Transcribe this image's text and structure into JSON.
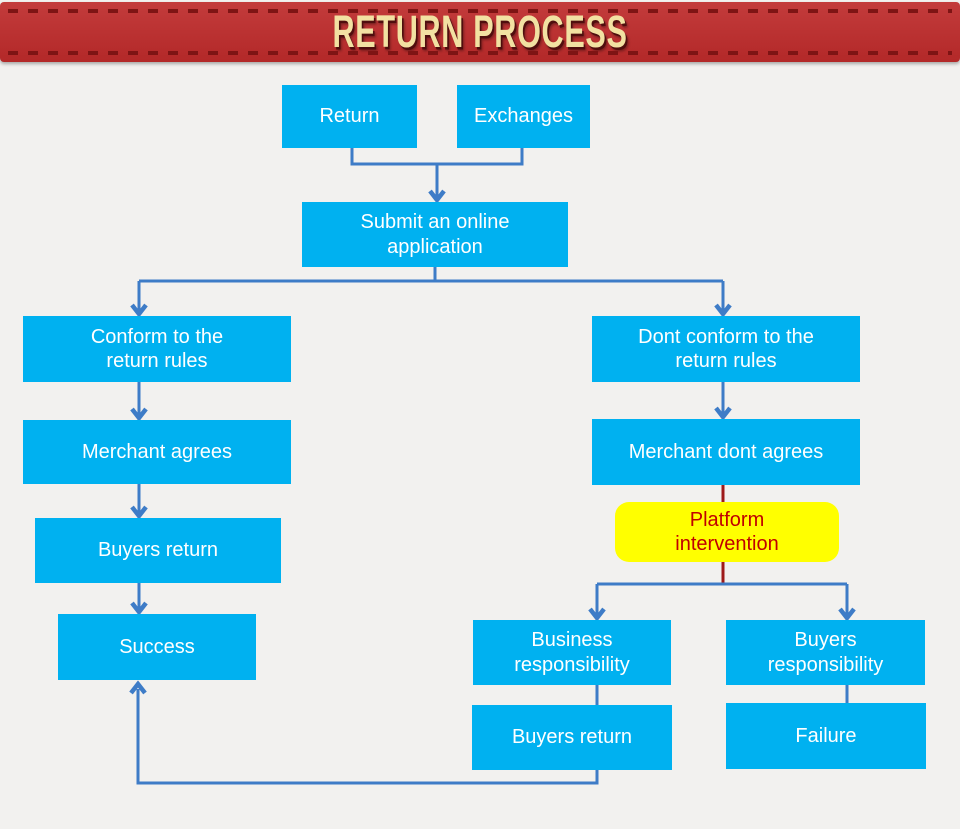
{
  "banner": {
    "title": "RETURN PROCESS"
  },
  "colors": {
    "banner_bg": "#BE2B2B",
    "banner_stitch": "#7E1414",
    "banner_text": "#F2E1A2",
    "node_bg": "#00B1F0",
    "node_text": "#FFFFFF",
    "highlight_bg": "#FFFF00",
    "highlight_text": "#C00000",
    "connector_blue": "#3E7CC7",
    "connector_red": "#9E1A1A",
    "page_bg": "#F2F1EF"
  },
  "nodes": {
    "return": {
      "label": "Return"
    },
    "exchanges": {
      "label": "Exchanges"
    },
    "submit": {
      "label": "Submit an online\napplication"
    },
    "conform": {
      "label": "Conform to the\nreturn rules"
    },
    "merchant_agrees": {
      "label": "Merchant agrees"
    },
    "buyers_return_left": {
      "label": "Buyers return"
    },
    "success": {
      "label": "Success"
    },
    "dont_conform": {
      "label": "Dont conform to the\nreturn rules"
    },
    "merchant_dont_agrees": {
      "label": "Merchant dont agrees"
    },
    "platform_intervention": {
      "label": "Platform\nintervention"
    },
    "business_responsibility": {
      "label": "Business\nresponsibility"
    },
    "buyers_responsibility": {
      "label": "Buyers\nresponsibility"
    },
    "buyers_return_right": {
      "label": "Buyers return"
    },
    "failure": {
      "label": "Failure"
    }
  }
}
